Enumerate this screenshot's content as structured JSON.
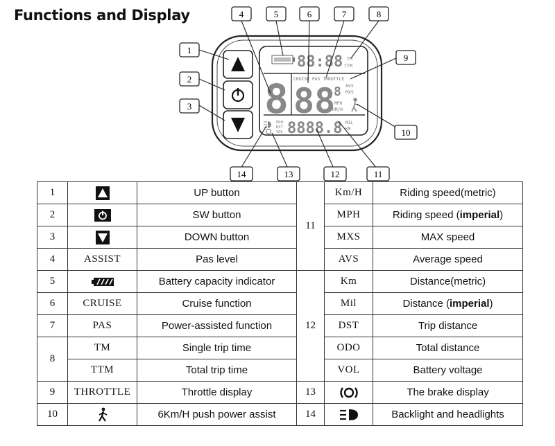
{
  "title": "Functions and Display",
  "display": {
    "callouts": [
      "1",
      "2",
      "3",
      "4",
      "5",
      "6",
      "7",
      "8",
      "9",
      "10",
      "11",
      "12",
      "13",
      "14"
    ],
    "lcd": {
      "clock": "88:88",
      "tm": "TM",
      "ttm": "TTM",
      "status": "CRUISE PAS THROTTLE",
      "assist_digit": "8",
      "speed": "88",
      "speed_small": "8",
      "avs": "AVS",
      "mxs": "MXS",
      "mph": "MPH",
      "kmh": "KM/H",
      "odo": "ODO",
      "dst": "DST",
      "vol": "VOL",
      "distance": "8888.8",
      "mil": "MIL",
      "km": "KM"
    }
  },
  "table": {
    "left": [
      {
        "num": "1",
        "icon": "up-triangle-icon",
        "desc": "UP button"
      },
      {
        "num": "2",
        "icon": "power-icon",
        "desc": "SW button"
      },
      {
        "num": "3",
        "icon": "down-triangle-icon",
        "desc": "DOWN button"
      },
      {
        "num": "4",
        "code": "ASSIST",
        "desc": "Pas level"
      },
      {
        "num": "5",
        "icon": "battery-icon",
        "desc": "Battery capacity indicator"
      },
      {
        "num": "6",
        "code": "CRUISE",
        "desc": "Cruise function"
      },
      {
        "num": "7",
        "code": "PAS",
        "desc": "Power-assisted function"
      },
      {
        "num": "8",
        "code": "TM",
        "desc": "Single trip time"
      },
      {
        "code": "TTM",
        "desc": "Total trip time"
      },
      {
        "num": "9",
        "code": "THROTTLE",
        "desc": "Throttle display"
      },
      {
        "num": "10",
        "icon": "walking-person-icon",
        "desc": "6Km/H push power assist"
      }
    ],
    "right": [
      {
        "num": "11",
        "code": "Km/H",
        "desc": "Riding speed(metric)"
      },
      {
        "code": "MPH",
        "desc_pre": "Riding speed (",
        "desc_strong": "imperial",
        "desc_post": ")"
      },
      {
        "code": "MXS",
        "desc": "MAX speed"
      },
      {
        "code": "AVS",
        "desc": "Average speed"
      },
      {
        "num": "12",
        "code": "Km",
        "desc": "Distance(metric)"
      },
      {
        "code": "Mil",
        "desc_pre": "Distance (",
        "desc_strong": "imperial",
        "desc_post": ")"
      },
      {
        "code": "DST",
        "desc": "Trip distance"
      },
      {
        "code": "ODO",
        "desc": "Total distance"
      },
      {
        "code": "VOL",
        "desc": "Battery voltage"
      },
      {
        "num": "13",
        "icon": "brake-icon",
        "desc": "The brake display"
      },
      {
        "num": "14",
        "icon": "headlight-icon",
        "desc": "Backlight and headlights"
      }
    ]
  }
}
